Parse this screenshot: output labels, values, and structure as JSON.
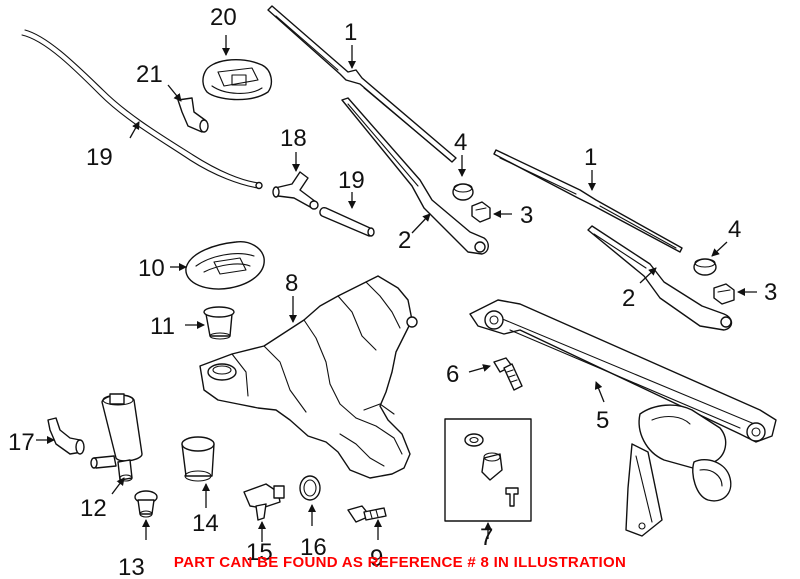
{
  "callouts": {
    "n1": "1",
    "n2": "2",
    "n3": "3",
    "n4": "4",
    "n5": "5",
    "n6": "6",
    "n7": "7",
    "n8": "8",
    "n9": "9",
    "n10": "10",
    "n11": "11",
    "n12": "12",
    "n13": "13",
    "n14": "14",
    "n15": "15",
    "n16": "16",
    "n17": "17",
    "n18": "18",
    "n19": "19",
    "n20": "20",
    "n21": "21"
  },
  "footer_note": "PART CAN BE FOUND AS REFERENCE # 8 IN ILLUSTRATION",
  "colors": {
    "line_art": "#111111",
    "note": "#ff0000",
    "background": "#ffffff"
  }
}
